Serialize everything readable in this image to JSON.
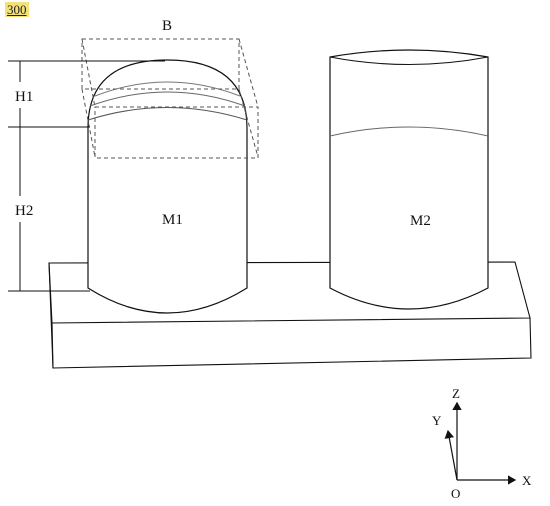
{
  "figure": {
    "ref_number": "300",
    "labels": {
      "bounding_box": "B",
      "height_1": "H1",
      "height_2": "H2",
      "member_1": "M1",
      "member_2": "M2"
    },
    "axes": {
      "z": "Z",
      "y": "Y",
      "x": "X",
      "origin": "O"
    }
  }
}
